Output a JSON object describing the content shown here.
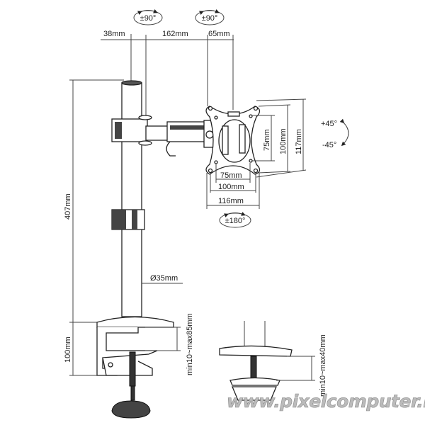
{
  "title": "Monitor desk mount dimension drawing",
  "rotation": {
    "arm_joint_1": "±90°",
    "arm_joint_2": "±90°",
    "plate_rotation": "±180°",
    "tilt_up": "+45°",
    "tilt_down": "-45°"
  },
  "top_dimensions": {
    "pole_offset": "38mm",
    "arm_length": "162mm",
    "head_length": "65mm"
  },
  "pole": {
    "height": "407mm",
    "diameter": "Ø35mm",
    "clamp_height": "100mm"
  },
  "vesa": {
    "v75": "75mm",
    "v100": "100mm",
    "h75": "75mm",
    "h100": "100mm",
    "plate_width": "116mm",
    "plate_height": "117mm"
  },
  "clamp": {
    "thickness_range": "min10~max85mm"
  },
  "grommet": {
    "thickness_range": "min10~max40mm"
  },
  "watermark": "www.pixelcomputer.hu"
}
